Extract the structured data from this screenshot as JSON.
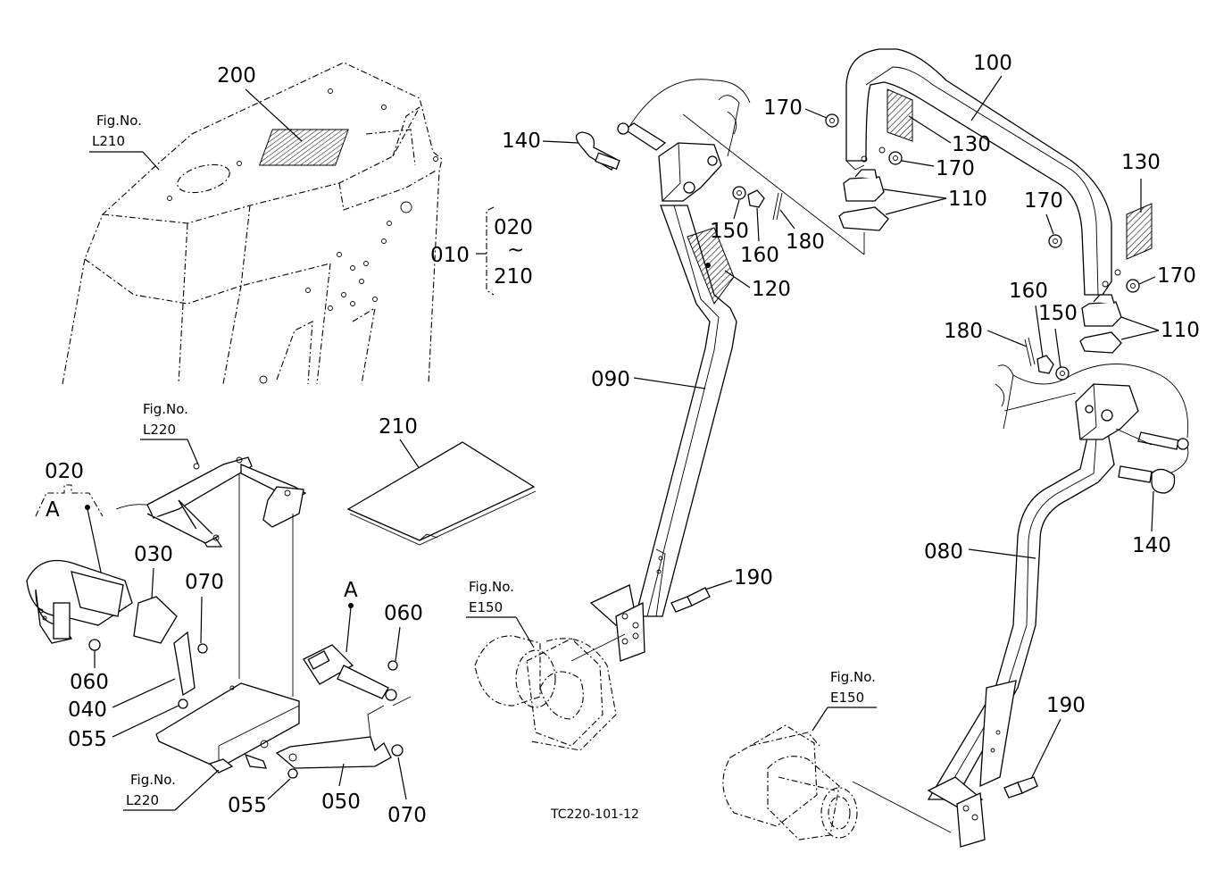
{
  "drawing_code": "TC220-101-12",
  "callouts": {
    "p200": "200",
    "p100": "100",
    "p170a": "170",
    "p130a": "130",
    "p170b": "170",
    "p110a": "110",
    "p130b": "130",
    "p170c": "170",
    "p170d": "170",
    "p140a": "140",
    "p150a": "150",
    "p160a": "160",
    "p180a": "180",
    "p120": "120",
    "p160b": "160",
    "p150b": "150",
    "p180b": "180",
    "p110b": "110",
    "p090": "090",
    "p080": "080",
    "p140b": "140",
    "p190a": "190",
    "p190b": "190",
    "p210": "210",
    "p020": "020",
    "p030": "030",
    "p070a": "070",
    "p060a": "060",
    "p040": "040",
    "p055a": "055",
    "p060b": "060",
    "p055b": "055",
    "p050": "050",
    "p070b": "070",
    "p010": "010",
    "range_from": "020",
    "range_tilde": "~",
    "range_to": "210",
    "view_a1": "A",
    "view_a2": "A"
  },
  "fig_refs": {
    "l210": {
      "title": "Fig.No.",
      "num": "L210"
    },
    "l220a": {
      "title": "Fig.No.",
      "num": "L220"
    },
    "l220b": {
      "title": "Fig.No.",
      "num": "L220"
    },
    "e150a": {
      "title": "Fig.No.",
      "num": "E150"
    },
    "e150b": {
      "title": "Fig.No.",
      "num": "E150"
    }
  }
}
